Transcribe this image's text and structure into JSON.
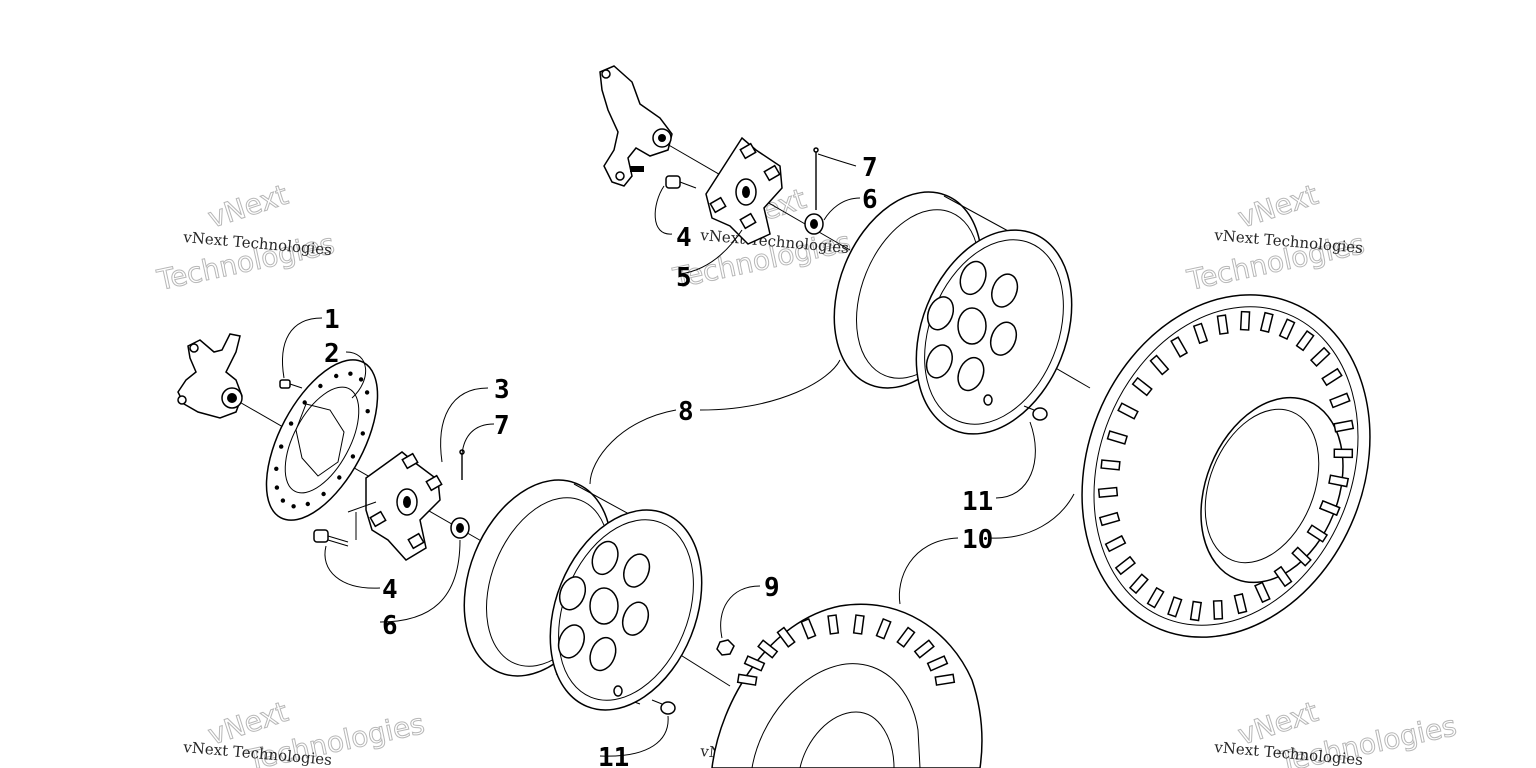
{
  "callouts": [
    {
      "id": "c1",
      "text": "1"
    },
    {
      "id": "c2",
      "text": "2"
    },
    {
      "id": "c3",
      "text": "3"
    },
    {
      "id": "c7a",
      "text": "7"
    },
    {
      "id": "c4a",
      "text": "4"
    },
    {
      "id": "c6a",
      "text": "6"
    },
    {
      "id": "c8",
      "text": "8"
    },
    {
      "id": "c9",
      "text": "9"
    },
    {
      "id": "c11a",
      "text": "11"
    },
    {
      "id": "c10",
      "text": "10"
    },
    {
      "id": "c11b",
      "text": "11"
    },
    {
      "id": "c7b",
      "text": "7"
    },
    {
      "id": "c6b",
      "text": "6"
    },
    {
      "id": "c4b",
      "text": "4"
    },
    {
      "id": "c5",
      "text": "5"
    }
  ],
  "watermark": {
    "line1": "vNext Technologies",
    "big1": "vNext",
    "big2": "Technologies"
  }
}
